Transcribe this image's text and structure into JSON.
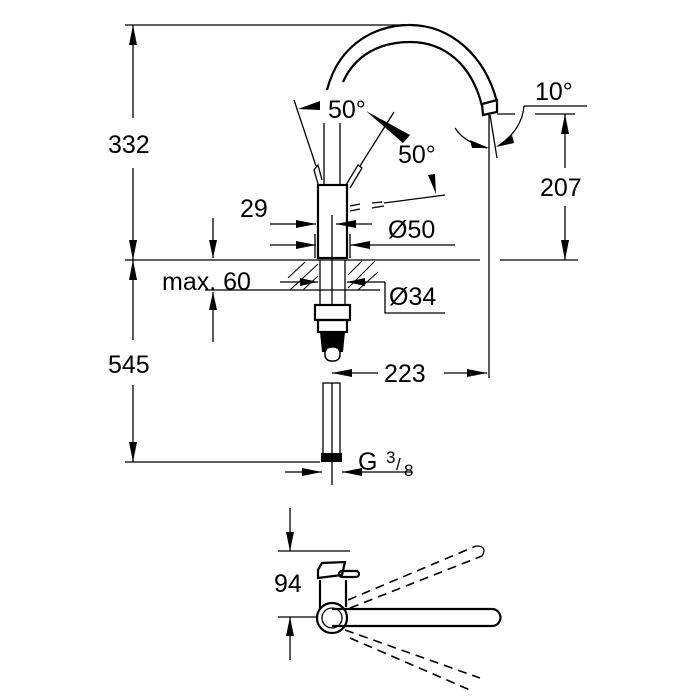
{
  "drawing": {
    "overall_height_above_deck": "332",
    "height_below_deck": "545",
    "spout_outlet_height": "207",
    "spout_angle": "10°",
    "lever_angle_left": "50°",
    "lever_angle_right": "50°",
    "lever_offset": "29",
    "body_diameter": "Ø50",
    "max_deck_thickness": "max. 60",
    "mounting_hole_diameter": "Ø34",
    "spout_reach": "223",
    "connection_thread_main": "G",
    "connection_thread_fraction_num": "3",
    "connection_thread_fraction_den": "8",
    "top_view_height": "94"
  }
}
